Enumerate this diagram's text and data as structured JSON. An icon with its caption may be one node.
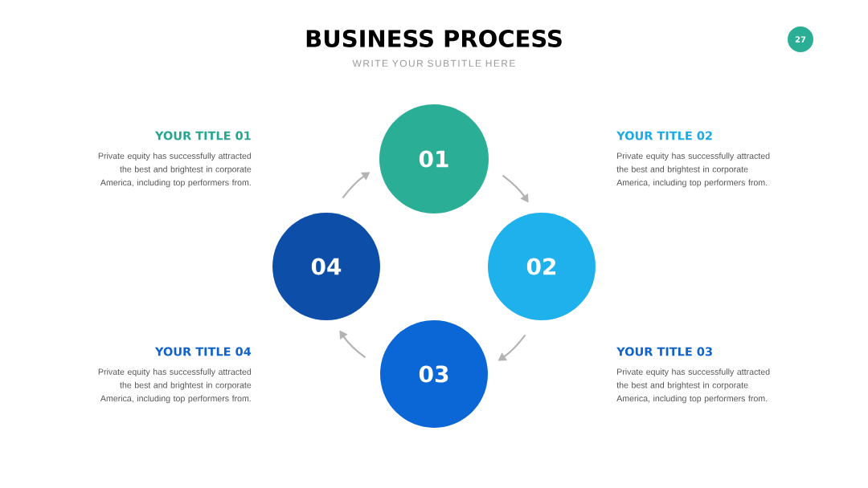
{
  "diagram": {
    "title": "BUSINESS PROCESS",
    "nodes": [
      {
        "text": [
          "01"
        ],
        "beside": [
          "YOUR TITLE 01",
          "Private equity has successfully attracted the best and brightest in corporate America, including top performers from."
        ]
      },
      {
        "text": [
          "02"
        ],
        "beside": [
          "YOUR TITLE 02",
          "Private equity has successfully attracted the best and brightest in corporate America, including top performers from."
        ]
      },
      {
        "text": [
          "03"
        ],
        "beside": [
          "YOUR TITLE 03",
          "Private equity has successfully attracted the best and brightest in corporate America, including top performers from."
        ]
      },
      {
        "text": [
          "04"
        ],
        "beside": [
          "YOUR TITLE 04",
          "Private equity has successfully attracted the best and brightest in corporate America, including top performers from."
        ]
      },
      {
        "text": [
          "27"
        ]
      }
    ],
    "edges": [
      {
        "from": 0,
        "to": 1,
        "arrow": "to"
      },
      {
        "from": 1,
        "to": 2,
        "arrow": "to"
      },
      {
        "from": 2,
        "to": 3,
        "arrow": "to"
      },
      {
        "from": 3,
        "to": 0,
        "arrow": "to"
      }
    ],
    "labels": [
      "WRITE YOUR SUBTITLE HERE"
    ]
  }
}
